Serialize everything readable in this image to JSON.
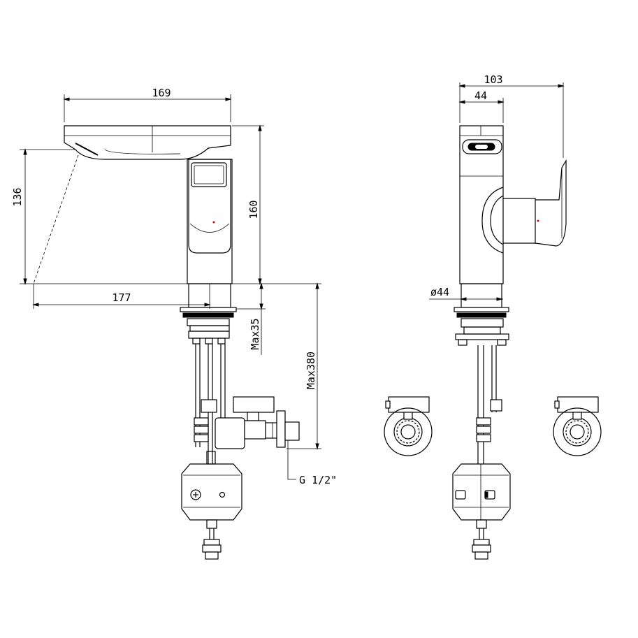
{
  "dimensions": {
    "spout_length": "169",
    "spout_height": "136",
    "body_height": "160",
    "reach": "177",
    "max_deck": "Max35",
    "max_hose": "Max380",
    "thread": "G 1/2\"",
    "side_width": "103",
    "side_partial": "44",
    "base_diameter": "ø44"
  },
  "colors": {
    "line": "#000000",
    "marker": "#d0021b",
    "background": "#ffffff"
  }
}
